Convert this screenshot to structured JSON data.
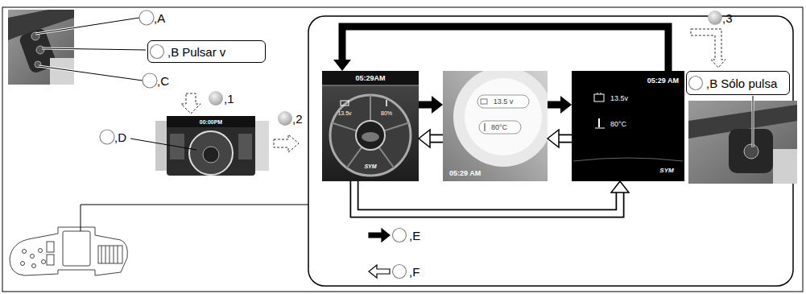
{
  "diagram": {
    "nodes": [
      {
        "text": [
          ",B",
          "Pulsar v"
        ]
      },
      {
        "text": [
          "05:29AM",
          "13.5v",
          "80%",
          "SYM"
        ]
      },
      {
        "text": [
          "13.5 v",
          "80°C",
          "05:29 AM"
        ]
      },
      {
        "text": [
          "05:29 AM",
          "13.5v",
          "80°C",
          "SYM"
        ]
      },
      {
        "text": [
          ",B",
          "Sólo pulsa"
        ]
      }
    ],
    "edges": [
      {
        "from": 1,
        "to": 2,
        "arrow": "to"
      },
      {
        "from": 2,
        "to": 3,
        "arrow": "to"
      },
      {
        "from": 2,
        "to": 1,
        "arrow": "to"
      },
      {
        "from": 3,
        "to": 2,
        "arrow": "to"
      },
      {
        "from": 3,
        "to": 1,
        "arrow": "to"
      },
      {
        "from": 1,
        "to": 3,
        "arrow": "to"
      }
    ],
    "labels": [
      ",A",
      ",C",
      ",1",
      ",D",
      "00:00PM",
      ",2",
      ",3"
    ],
    "legend": [
      {
        "text": ",E"
      },
      {
        "text": ",F"
      }
    ]
  }
}
